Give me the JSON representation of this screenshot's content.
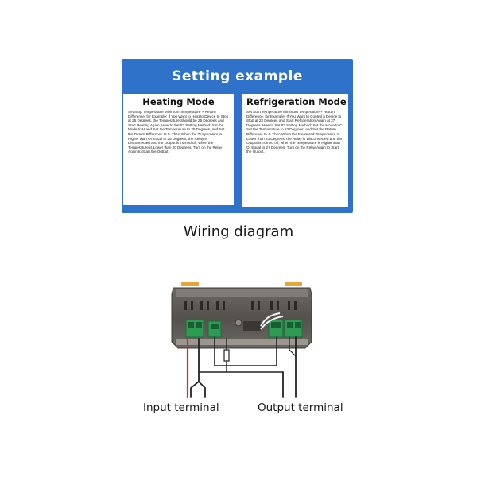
{
  "setting": {
    "title": "Setting example",
    "heating": {
      "title": "Heating Mode",
      "text": "Set Stop Temperature Minimum Temperature + Return Difference, for Example: If You Want to Heat to Device to Stop at 25 Degrees, the Temperature Should be 25 Degrees and Start Heating Again, How to Set It? Setting Method: Set the Mode to H and Set the Temperature to 25 Degrees, and Set the Return Difference to 5. Then When the Temperature is Higher than Or Equal to 25 Degrees, the Relay is Disconnected and the Output is Turned off, when the Temperature is Lower than 20 Degrees, Turn on the Relay Again to Start the Output."
    },
    "refrigeration": {
      "title": "Refrigeration Mode",
      "text": "Set Start Temperature Minimum Temperature + Return Difference, for Example, If You Want to Control a Device to Stop at 23 Degrees and Start Refrigeration Again at 27 Degrees. How to Set It? Setting Method: Set the Mode to C, Set the Temperature to 23 Degrees, and Set the Return Difference to 4. Then When the Measured Temperature is Lower than 23 Degrees, the Relay is Disconnected and the Output is Turned off, when the Temperature is Higher than Or Equal to 27 Degrees, Turn on the Relay Again to Start the Output."
    }
  },
  "wiring": {
    "title": "Wiring diagram",
    "input_label": "Input terminal",
    "output_label": "Output terminal"
  },
  "colors": {
    "panel_blue": "#2f72c9",
    "terminal_green": "#2e9b54",
    "wire_red": "#d22b2b",
    "wire_black": "#222222"
  }
}
